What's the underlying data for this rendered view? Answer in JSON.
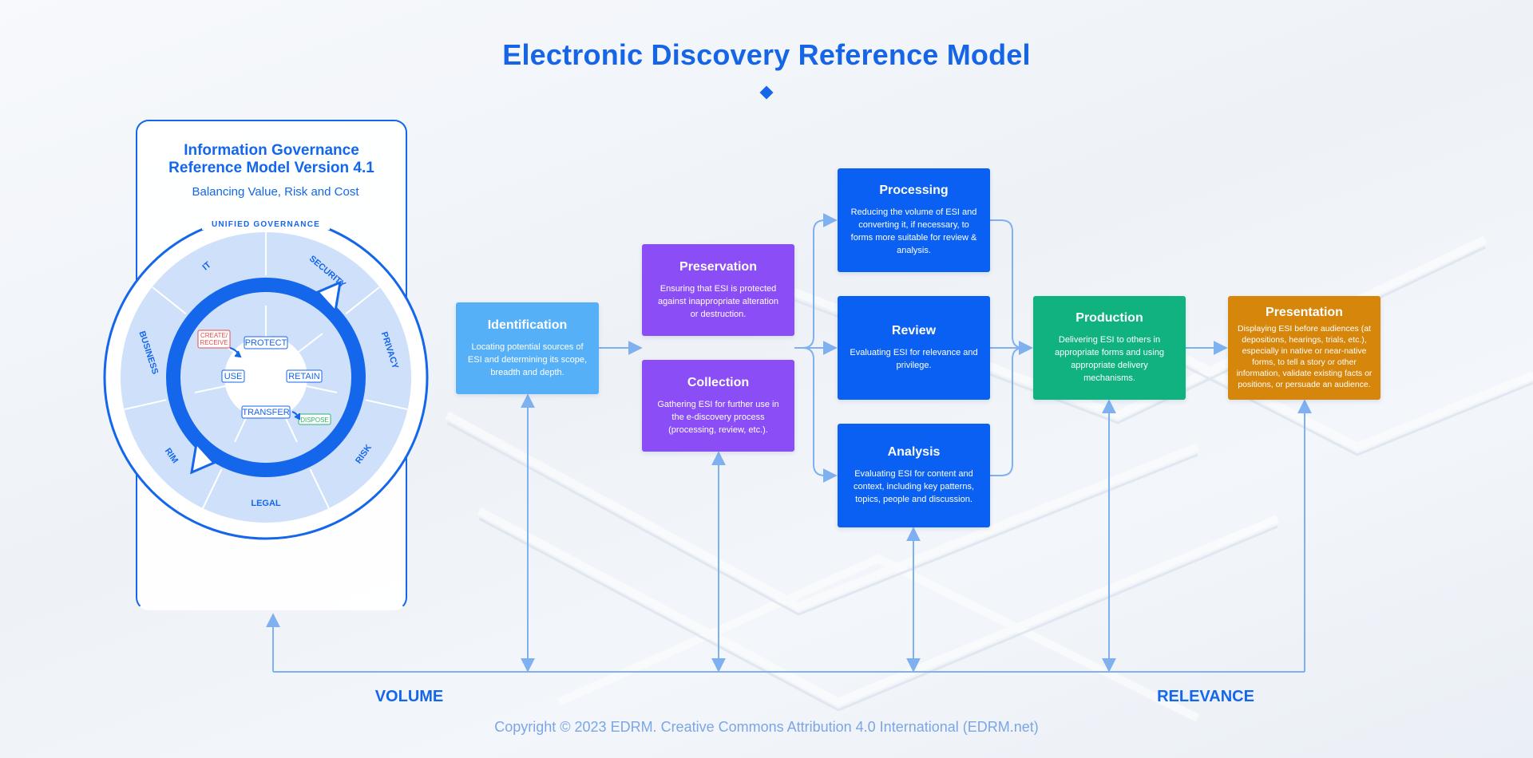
{
  "title": "Electronic Discovery Reference Model",
  "igrm": {
    "title_line1": "Information Governance",
    "title_line2": "Reference Model Version 4.1",
    "subtitle": "Balancing Value, Risk and Cost",
    "ring_label": "UNIFIED GOVERNANCE",
    "segments": [
      "IT",
      "SECURITY",
      "PRIVACY",
      "RISK",
      "LEGAL",
      "RIM",
      "BUSINESS"
    ],
    "lifecycle": {
      "create_receive_line1": "CREATE/",
      "create_receive_line2": "RECEIVE",
      "protect": "PROTECT",
      "use": "USE",
      "retain": "RETAIN",
      "transfer": "TRANSFER",
      "dispose": "DISPOSE"
    }
  },
  "nodes": {
    "identification": {
      "title": "Identification",
      "description": "Locating potential sources of ESI and determining its scope, breadth and depth."
    },
    "preservation": {
      "title": "Preservation",
      "description": "Ensuring that ESI is protected against inappropriate alteration or destruction."
    },
    "collection": {
      "title": "Collection",
      "description": "Gathering ESI for further use in the e-discovery process (processing, review, etc.)."
    },
    "processing": {
      "title": "Processing",
      "description": "Reducing the volume of ESI and converting it, if necessary, to forms more suitable for review & analysis."
    },
    "review": {
      "title": "Review",
      "description": "Evaluating ESI for relevance and privilege."
    },
    "analysis": {
      "title": "Analysis",
      "description": "Evaluating ESI for content and context, including key patterns, topics, people and discussion."
    },
    "production": {
      "title": "Production",
      "description": "Delivering ESI to others in appropriate forms and using appropriate delivery mechanisms."
    },
    "presentation": {
      "title": "Presentation",
      "description": "Displaying ESI before audiences (at depositions, hearings, trials, etc.), especially in native or near-native forms, to tell a story or other information, validate existing facts or positions, or persuade an audience."
    }
  },
  "axes": {
    "left_label": "VOLUME",
    "right_label": "RELEVANCE"
  },
  "copyright": "Copyright © 2023 EDRM. Creative Commons Attribution 4.0 International (EDRM.net)",
  "colors": {
    "brand_blue": "#1466ea",
    "identification": "#56b0f7",
    "preservation_collection": "#8b4df5",
    "processing_review_analysis": "#0a60f2",
    "production": "#10b27f",
    "presentation": "#d5860b",
    "connector": "#7fb0f0"
  }
}
